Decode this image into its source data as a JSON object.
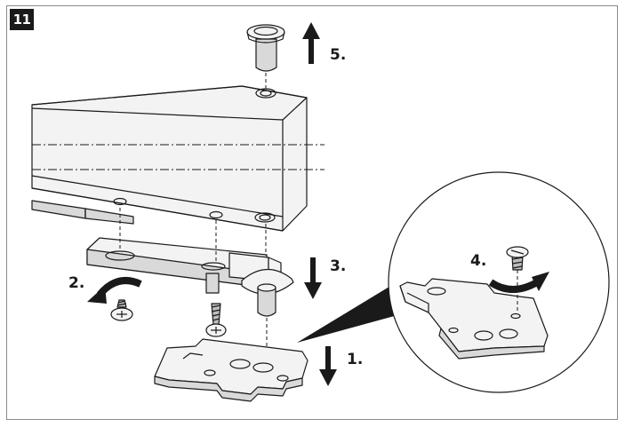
{
  "figure": {
    "step_number": "11",
    "step_labels": {
      "step1": "1.",
      "step2": "2.",
      "step3": "3.",
      "step4": "4.",
      "step5": "5."
    }
  },
  "colors": {
    "ink": "#1a1a1a",
    "part_fill": "#f3f3f3",
    "part_shadow": "#dcdcdc",
    "frame": "#8a8a8a"
  }
}
